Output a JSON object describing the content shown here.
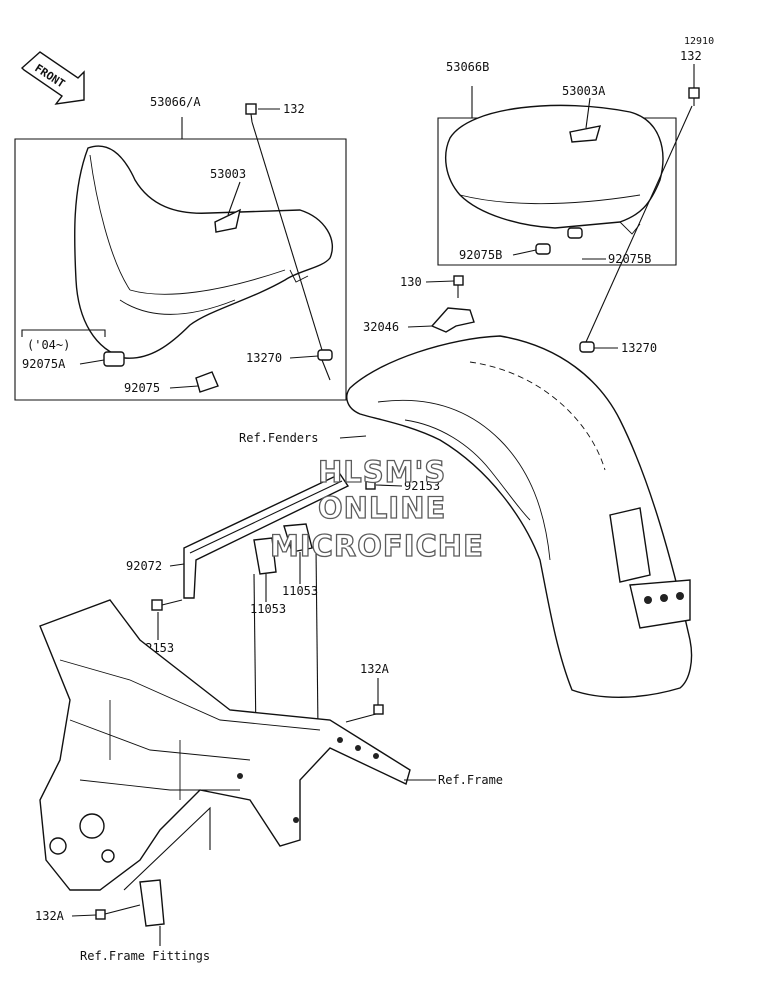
{
  "front_arrow": {
    "label": "FRONT"
  },
  "watermark": {
    "line1": "HLSM'S",
    "line2": "ONLINE",
    "line3": "MICROFICHE"
  },
  "callouts": {
    "top_right_clipped": "12910",
    "c_53066A": "53066/A",
    "c_132_left": "132",
    "c_53066B": "53066B",
    "c_132_right": "132",
    "c_53003": "53003",
    "c_53003A": "53003A",
    "c_92075B_left": "92075B",
    "c_92075B_right": "92075B",
    "c_130": "130",
    "c_32046": "32046",
    "c_04": "('04~)",
    "c_92075A": "92075A",
    "c_13270_left": "13270",
    "c_13270_right": "13270",
    "c_92075": "92075",
    "c_ref_fenders": "Ref.Fenders",
    "c_92153_top": "92153",
    "c_92072": "92072",
    "c_11053_right": "11053",
    "c_11053_left": "11053",
    "c_92153_left": "92153",
    "c_132A_top": "132A",
    "c_ref_frame": "Ref.Frame",
    "c_132A_bottom": "132A",
    "c_ref_frame_fittings": "Ref.Frame Fittings"
  }
}
